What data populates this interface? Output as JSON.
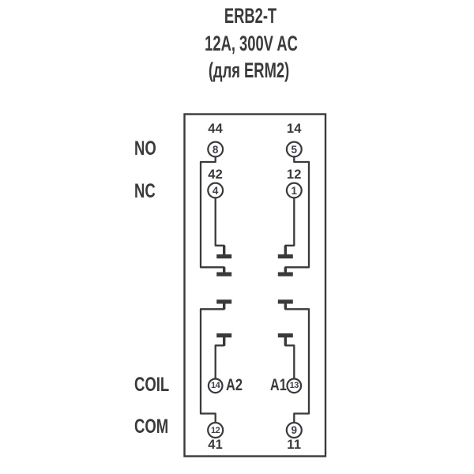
{
  "title": {
    "model": "ERB2-T",
    "rating": "12A, 300V AC",
    "note": "(для ERM2)"
  },
  "row_labels": {
    "no": "NO",
    "nc": "NC",
    "coil": "COIL",
    "com": "COM"
  },
  "terminals": {
    "no_left": {
      "code": "44",
      "pin": "8"
    },
    "no_right": {
      "code": "14",
      "pin": "5"
    },
    "nc_left": {
      "code": "42",
      "pin": "4"
    },
    "nc_right": {
      "code": "12",
      "pin": "1"
    },
    "coil_left": {
      "code": "A2",
      "pin": "14"
    },
    "coil_right": {
      "code": "A1",
      "pin": "13"
    },
    "com_left": {
      "code": "41",
      "pin": "12"
    },
    "com_right": {
      "code": "11",
      "pin": "9"
    }
  },
  "colors": {
    "ink": "#3a3a3a",
    "pin_ink": "#3b4050",
    "background": "#ffffff"
  }
}
